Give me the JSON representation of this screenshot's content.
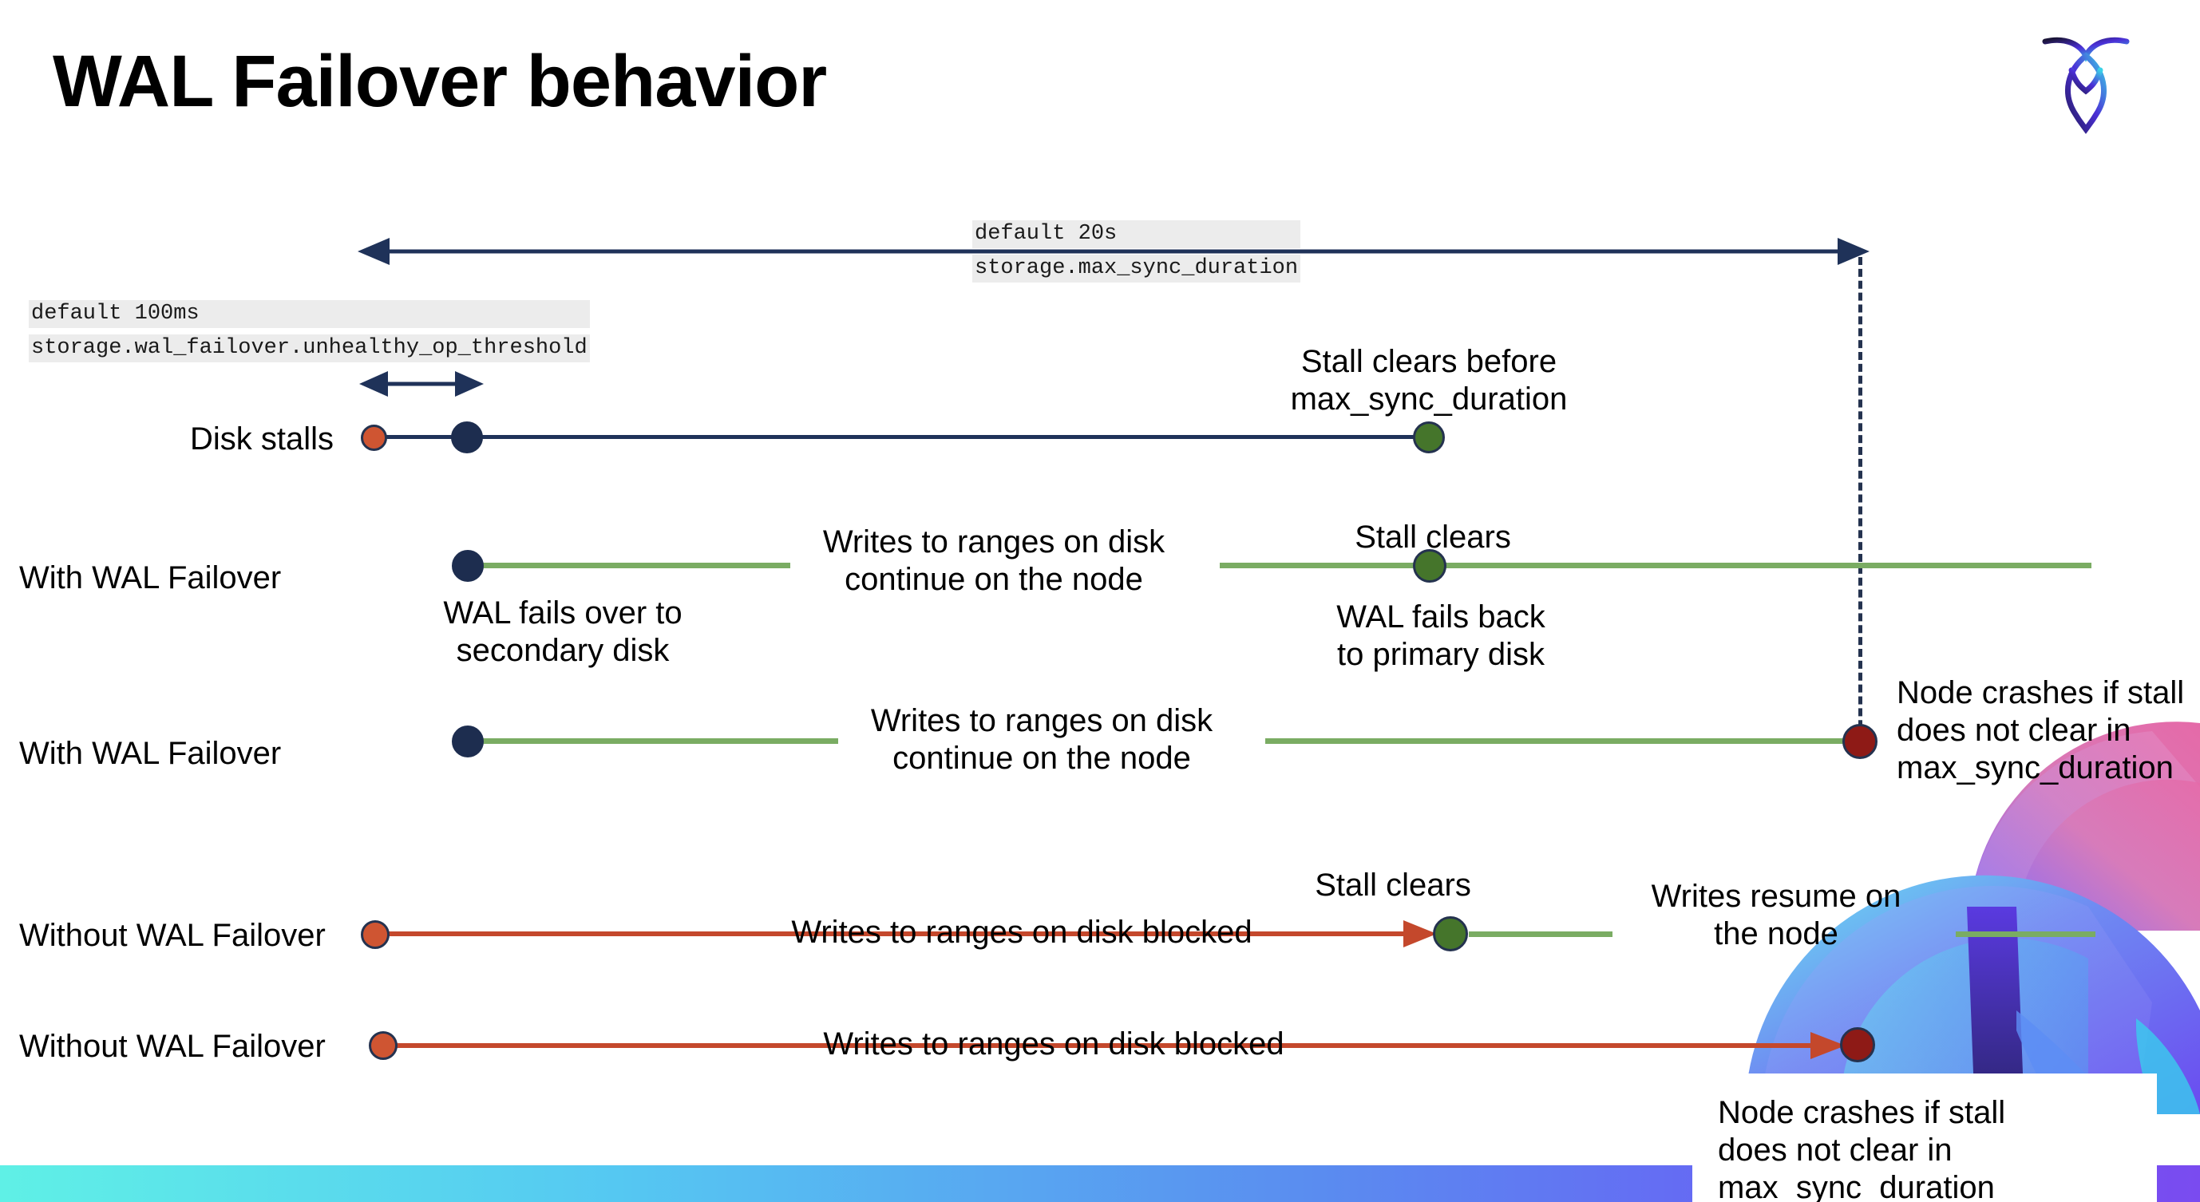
{
  "slide": {
    "title": "WAL Failover behavior",
    "logo_name": "cockroach-labs-logo"
  },
  "annotations": {
    "max_sync": {
      "line1": "default 20s",
      "line2": "storage.max_sync_duration"
    },
    "unhealthy_threshold": {
      "line1": "default 100ms",
      "line2": "storage.wal_failover.unhealthy_op_threshold"
    }
  },
  "rows": [
    {
      "id": "disk-stalls",
      "label": "Disk stalls",
      "notes": [
        {
          "id": "stall-clears-before",
          "text": "Stall clears before\nmax_sync_duration"
        }
      ]
    },
    {
      "id": "with-wal-failover-1",
      "label": "With WAL Failover",
      "notes": [
        {
          "id": "writes-continue",
          "text": "Writes to ranges on disk\ncontinue on the node"
        },
        {
          "id": "stall-clears",
          "text": "Stall clears"
        },
        {
          "id": "wal-fails-back",
          "text": "WAL fails  back\nto primary disk"
        },
        {
          "id": "wal-fails-over",
          "text": "WAL fails over to\nsecondary disk"
        }
      ]
    },
    {
      "id": "with-wal-failover-2",
      "label": "With WAL Failover",
      "notes": [
        {
          "id": "writes-continue-2",
          "text": "Writes to ranges on disk\ncontinue on the node"
        },
        {
          "id": "node-crashes-1",
          "text": "Node crashes if stall\ndoes not clear in\nmax_sync_duration"
        }
      ]
    },
    {
      "id": "without-wal-failover-1",
      "label": "Without WAL Failover",
      "notes": [
        {
          "id": "writes-blocked-1",
          "text": "Writes to ranges on disk  blocked"
        },
        {
          "id": "stall-clears-2",
          "text": "Stall clears"
        },
        {
          "id": "writes-resume",
          "text": "Writes resume on\nthe node"
        }
      ]
    },
    {
      "id": "without-wal-failover-2",
      "label": "Without WAL Failover",
      "notes": [
        {
          "id": "writes-blocked-2",
          "text": "Writes to ranges on disk  blocked"
        },
        {
          "id": "node-crashes-2",
          "text": "Node crashes if stall\ndoes not clear in\nmax_sync_duration"
        }
      ]
    }
  ],
  "labels": {
    "disk_stalls": "Disk stalls",
    "with_wal_failover_1": "With WAL Failover",
    "with_wal_failover_2": "With WAL Failover",
    "without_wal_failover_1": "Without WAL Failover",
    "without_wal_failover_2": "Without WAL Failover"
  },
  "notes": {
    "stall_clears_before_max": "Stall clears before\nmax_sync_duration",
    "writes_continue_1": "Writes to ranges on disk\ncontinue on the node",
    "writes_continue_2": "Writes to ranges on disk\ncontinue on the node",
    "stall_clears_1": "Stall clears",
    "stall_clears_2": "Stall clears",
    "wal_fails_over": "WAL fails over to\nsecondary disk",
    "wal_fails_back": "WAL fails  back\nto primary disk",
    "node_crashes_1": "Node crashes if stall\ndoes not clear in\nmax_sync_duration",
    "node_crashes_2": "Node crashes if stall\ndoes not clear in\nmax_sync_duration",
    "writes_blocked_1": "Writes to ranges on disk  blocked",
    "writes_blocked_2": "Writes to ranges on disk  blocked",
    "writes_resume": "Writes resume on\nthe node"
  },
  "colors": {
    "navy": "#1f3259",
    "green_line": "#7aac63",
    "green_dot": "#45752b",
    "orange_dot": "#cf5532",
    "red_line": "#c4482c",
    "dark_red_dot": "#8e1a16",
    "code_bg": "#ececec",
    "bar_gradient_start": "#5ff0e6",
    "bar_gradient_end": "#7a4bf0"
  }
}
